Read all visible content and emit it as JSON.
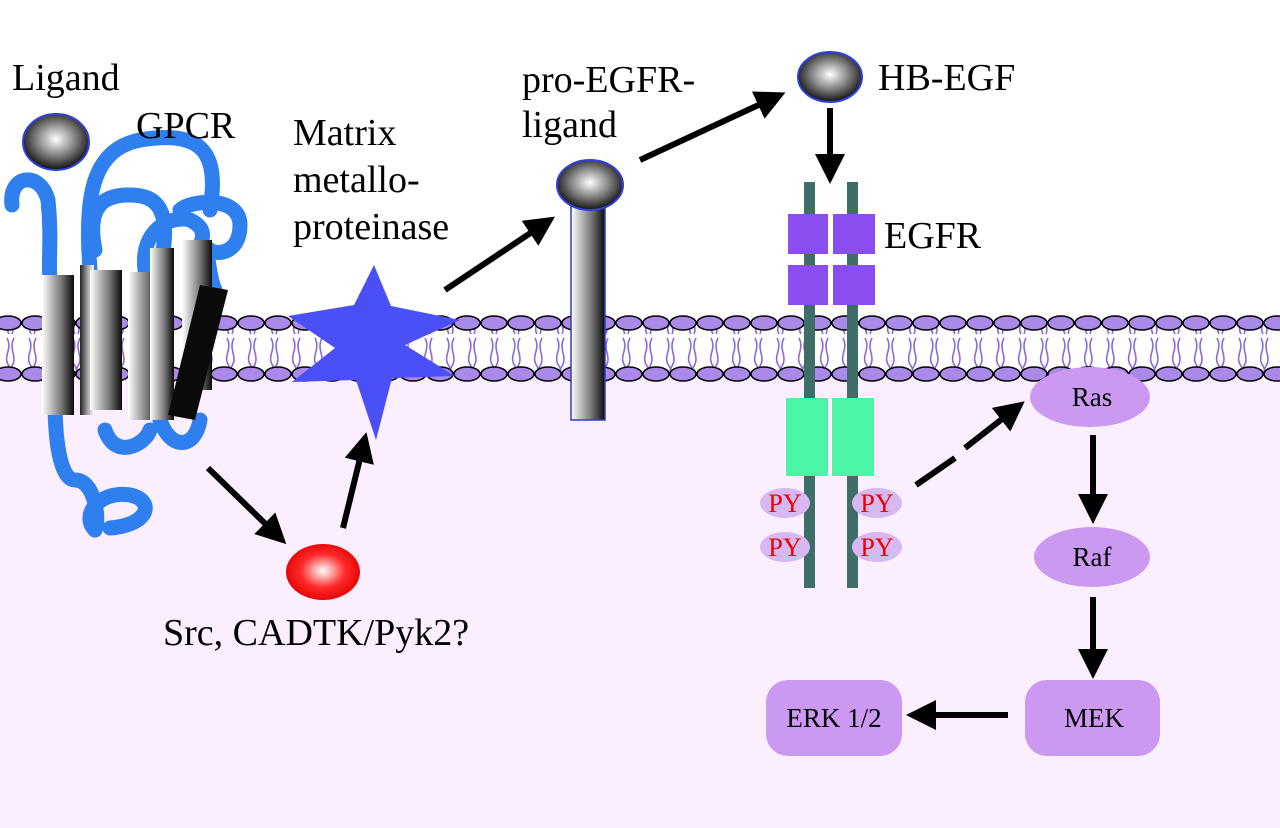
{
  "title": "GPCR-mediated EGFR transactivation pathway",
  "colors": {
    "cytoplasm": "#fbefff",
    "membrane_head": "#a98ae8",
    "membrane_tail": "#8a6ad8",
    "gpcr_loop": "#2f7fef",
    "mmp": "#4a50f5",
    "egfr_extracellular": "#8a4df0",
    "egfr_kinase": "#4cf5a6",
    "egfr_stalk": "#3f6d68",
    "py_oval": "#d7b8f0",
    "py_text": "#ee0000",
    "node": "#cc99f2",
    "src_sphere": "#ff1a1a"
  },
  "labels": {
    "ligand": "Ligand",
    "gpcr": "GPCR",
    "mmp_line1": "Matrix",
    "mmp_line2": "metallo-",
    "mmp_line3": "proteinase",
    "pro_ligand_line1": "pro-EGFR-",
    "pro_ligand_line2": "ligand",
    "hb_egf": "HB-EGF",
    "egfr": "EGFR",
    "src": "Src, CADTK/Pyk2?",
    "py": "PY"
  },
  "nodes": {
    "ras": "Ras",
    "raf": "Raf",
    "mek": "MEK",
    "erk": "ERK 1/2"
  }
}
